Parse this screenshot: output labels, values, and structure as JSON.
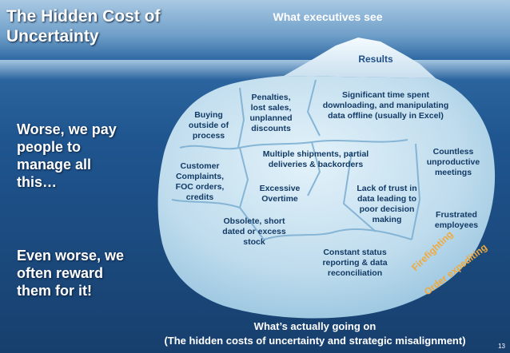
{
  "title": "The Hidden Cost of Uncertainty",
  "top_label": "What executives see",
  "tip_label": "Results",
  "side_texts": [
    "Worse, we pay people to manage all this…",
    "Even worse, we often reward them for it!"
  ],
  "cells": [
    {
      "id": "penalties",
      "text": "Penalties, lost sales, unplanned discounts"
    },
    {
      "id": "significant-time",
      "text": "Significant time spent downloading, and manipulating data offline (usually in Excel)"
    },
    {
      "id": "buying-outside",
      "text": "Buying outside of process"
    },
    {
      "id": "multiple-shipments",
      "text": "Multiple shipments, partial deliveries & backorders"
    },
    {
      "id": "countless-meetings",
      "text": "Countless unproductive meetings"
    },
    {
      "id": "customer-complaints",
      "text": "Customer Complaints, FOC orders, credits"
    },
    {
      "id": "excessive-overtime",
      "text": "Excessive Overtime"
    },
    {
      "id": "lack-of-trust",
      "text": "Lack of trust in data leading to poor decision making"
    },
    {
      "id": "frustrated-employees",
      "text": "Frustrated employees"
    },
    {
      "id": "obsolete-stock",
      "text": "Obsolete, short dated or excess stock"
    },
    {
      "id": "constant-status",
      "text": "Constant status reporting & data reconciliation"
    }
  ],
  "rotated": [
    "Firefighting",
    "Order expediting"
  ],
  "footer": [
    "What’s actually going on",
    "(The hidden costs of uncertainty and strategic misalignment)"
  ],
  "page_number": "13",
  "colors": {
    "water": "#1f558f",
    "ice": "#cfe6f2",
    "orange": "#f2a93b",
    "label": "#123a66"
  }
}
